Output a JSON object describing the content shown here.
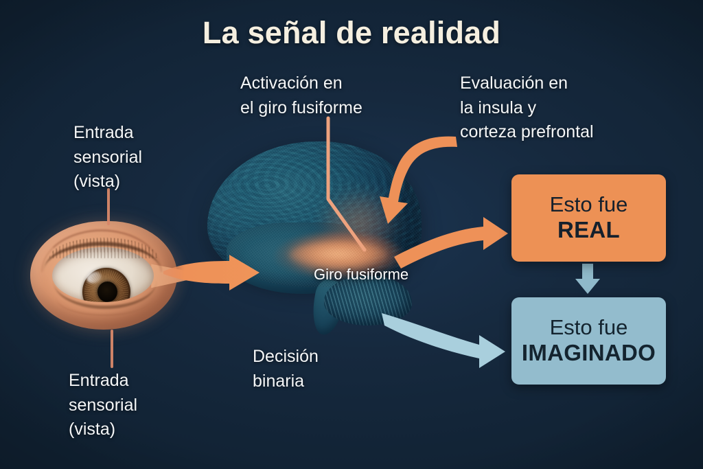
{
  "title": "La señal de realidad",
  "colors": {
    "background": "#14293d",
    "title_text": "#f5efe0",
    "label_text": "#f4f6f7",
    "accent_orange": "#ed9155",
    "accent_blue": "#93bccd",
    "brain_teal": "#23607a",
    "fusiform_highlight": "#e89a6a"
  },
  "labels": {
    "sensory_input_top": "Entrada\nsensorial\n(vista)",
    "sensory_input_bottom": "Entrada\nsensorial\n(vista)",
    "activation": "Activación en\nel giro fusiforme",
    "evaluation": "Evaluación en\nla insula y\ncorteza prefrontal",
    "binary_decision": "Decisión\nbinaria",
    "fusiform_gyrus": "Giro fusiforme"
  },
  "boxes": {
    "real": {
      "line1": "Esto fue",
      "line2": "REAL"
    },
    "imagined": {
      "line1": "Esto fue",
      "line2": "IMAGINADO"
    }
  },
  "icons": {
    "eye": "eye-illustration",
    "brain": "brain-illustration",
    "arrow_eye_to_brain": "arrow-right-orange",
    "arrow_brain_to_real": "curved-arrow-orange",
    "arrow_brain_to_imagined": "curved-arrow-blue",
    "arrow_real_to_imagined": "arrow-down-blue",
    "arrow_evaluation_to_brain": "curved-arrow-orange-down",
    "leader_activation": "leader-line-elbow",
    "leader_sensory_top": "leader-line-vertical",
    "leader_sensory_bottom": "leader-line-vertical"
  }
}
